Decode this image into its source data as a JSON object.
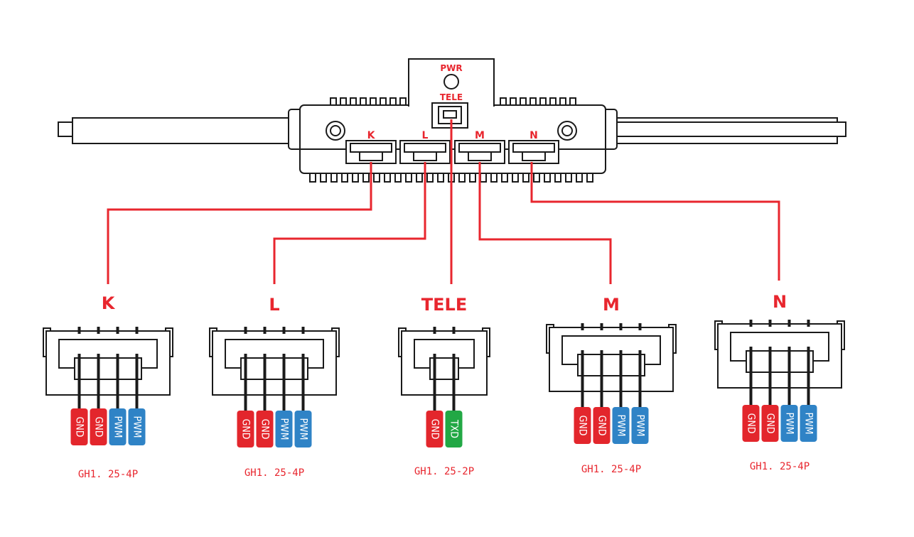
{
  "device": {
    "pwr_label": "PWR",
    "tele_label": "TELE",
    "port_labels": [
      "K",
      "L",
      "M",
      "N"
    ]
  },
  "connectors": [
    {
      "id": "k",
      "title": "K",
      "model": "GH1. 25-4P",
      "pins": [
        "GND",
        "GND",
        "PWM",
        "PWM"
      ]
    },
    {
      "id": "l",
      "title": "L",
      "model": "GH1. 25-4P",
      "pins": [
        "GND",
        "GND",
        "PWM",
        "PWM"
      ]
    },
    {
      "id": "tele",
      "title": "TELE",
      "model": "GH1. 25-2P",
      "pins": [
        "GND",
        "TXD"
      ]
    },
    {
      "id": "m",
      "title": "M",
      "model": "GH1. 25-4P",
      "pins": [
        "GND",
        "GND",
        "PWM",
        "PWM"
      ]
    },
    {
      "id": "n",
      "title": "N",
      "model": "GH1. 25-4P",
      "pins": [
        "GND",
        "GND",
        "PWM",
        "PWM"
      ]
    }
  ],
  "colors": {
    "accent_red": "#e8262e",
    "gnd_red": "#e3262c",
    "pwm_blue": "#2f83c6",
    "txd_green": "#22a845",
    "outline": "#1a1a1a"
  }
}
